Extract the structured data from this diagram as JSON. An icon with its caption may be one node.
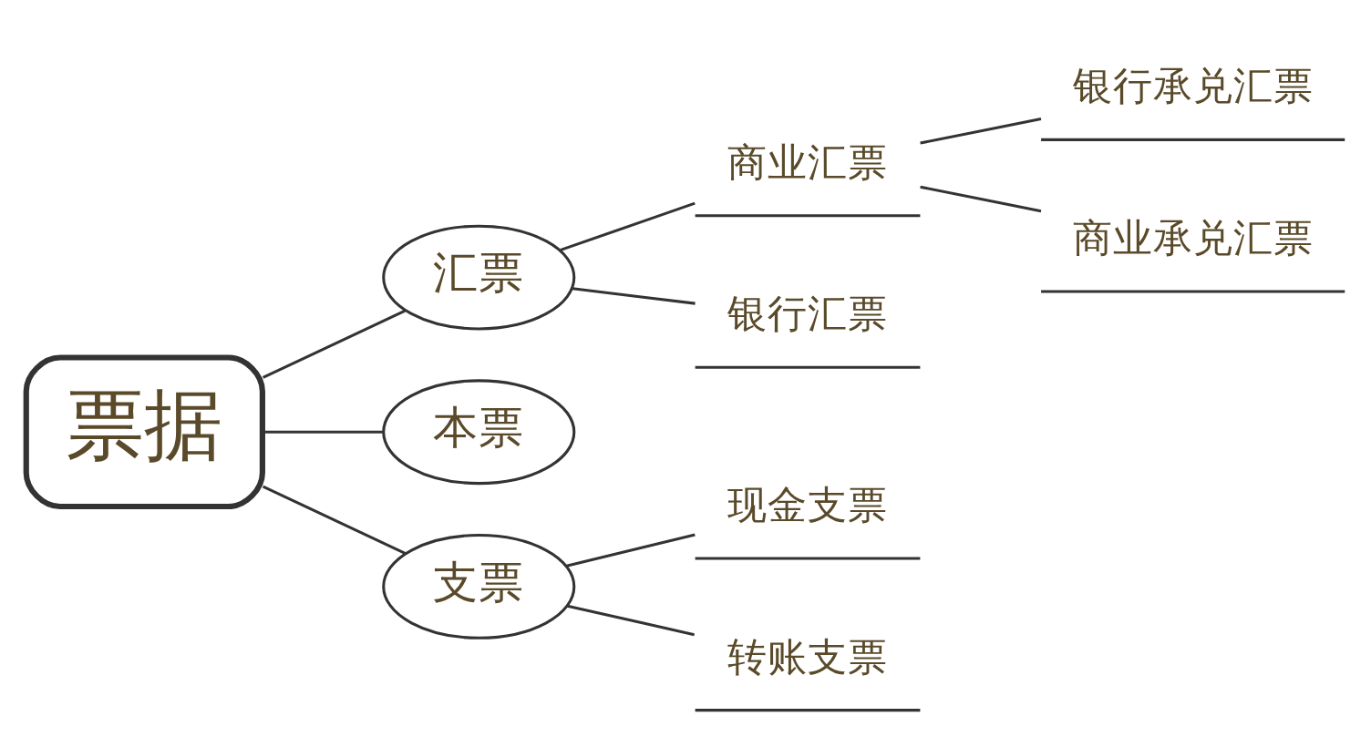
{
  "diagram": {
    "nodes": [
      {
        "text": [
          "票据"
        ]
      },
      {
        "text": [
          "汇票"
        ]
      },
      {
        "text": [
          "本票"
        ]
      },
      {
        "text": [
          "支票"
        ]
      },
      {
        "text": [
          "商业汇票"
        ]
      },
      {
        "text": [
          "银行汇票"
        ]
      },
      {
        "text": [
          "银行承兑汇票"
        ]
      },
      {
        "text": [
          "商业承兑汇票"
        ]
      },
      {
        "text": [
          "现金支票"
        ]
      },
      {
        "text": [
          "转账支票"
        ]
      }
    ],
    "edges": [
      {
        "from": 0,
        "to": 1,
        "arrow": "none"
      },
      {
        "from": 0,
        "to": 2,
        "arrow": "none"
      },
      {
        "from": 0,
        "to": 3,
        "arrow": "none"
      },
      {
        "from": 1,
        "to": 4,
        "arrow": "none"
      },
      {
        "from": 1,
        "to": 5,
        "arrow": "none"
      },
      {
        "from": 4,
        "to": 6,
        "arrow": "none"
      },
      {
        "from": 4,
        "to": 7,
        "arrow": "none"
      },
      {
        "from": 3,
        "to": 8,
        "arrow": "none"
      },
      {
        "from": 3,
        "to": 9,
        "arrow": "none"
      }
    ]
  }
}
